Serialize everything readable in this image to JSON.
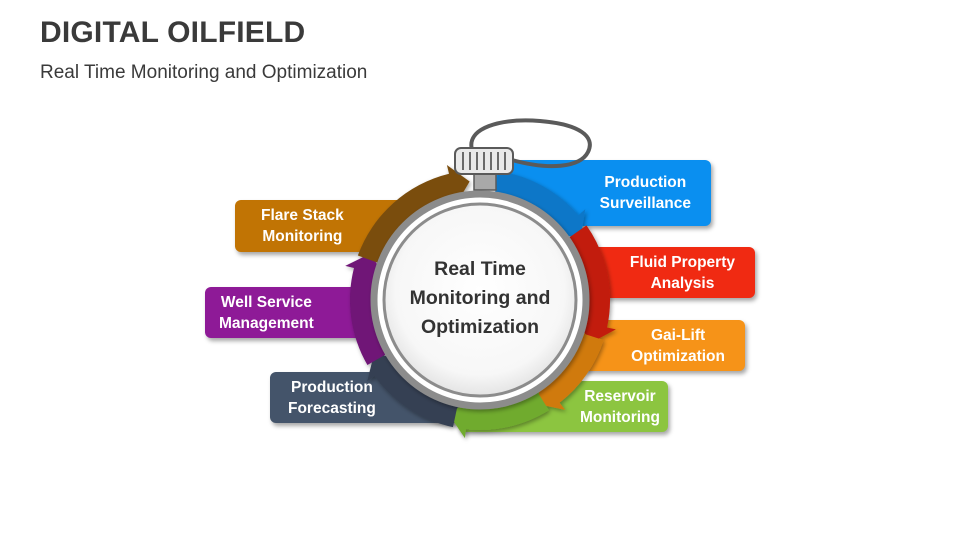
{
  "title": "DIGITAL OILFIELD",
  "subtitle": "Real Time Monitoring and Optimization",
  "center_label": "Real Time\nMonitoring and\nOptimization",
  "stages": [
    {
      "id": "production-surveillance",
      "label": "Production\nSurveillance",
      "color": "#0a8ff0",
      "side": "right"
    },
    {
      "id": "fluid-property-analysis",
      "label": "Fluid Property\nAnalysis",
      "color": "#f02a12",
      "side": "right"
    },
    {
      "id": "gai-lift-optimization",
      "label": "Gai-Lift\nOptimization",
      "color": "#f69318",
      "side": "right"
    },
    {
      "id": "reservoir-monitoring",
      "label": "Reservoir\nMonitoring",
      "color": "#8cc540",
      "side": "right"
    },
    {
      "id": "production-forecasting",
      "label": "Production\nForecasting",
      "color": "#44546a",
      "side": "left"
    },
    {
      "id": "well-service-management",
      "label": "Well Service\nManagement",
      "color": "#8e1a97",
      "side": "left"
    },
    {
      "id": "flare-stack-monitoring",
      "label": "Flare Stack\nMonitoring",
      "color": "#c17404",
      "side": "left"
    }
  ],
  "colors": {
    "text": "#3a3a3a",
    "ring_gray": "#8c8c8c",
    "arc_blue": "#0a77c8",
    "arc_red": "#c21b0b",
    "arc_orange": "#d07a0c",
    "arc_green": "#6fab2e",
    "arc_slate": "#354052",
    "arc_purple": "#6f1477",
    "arc_brown": "#7a4d10"
  }
}
